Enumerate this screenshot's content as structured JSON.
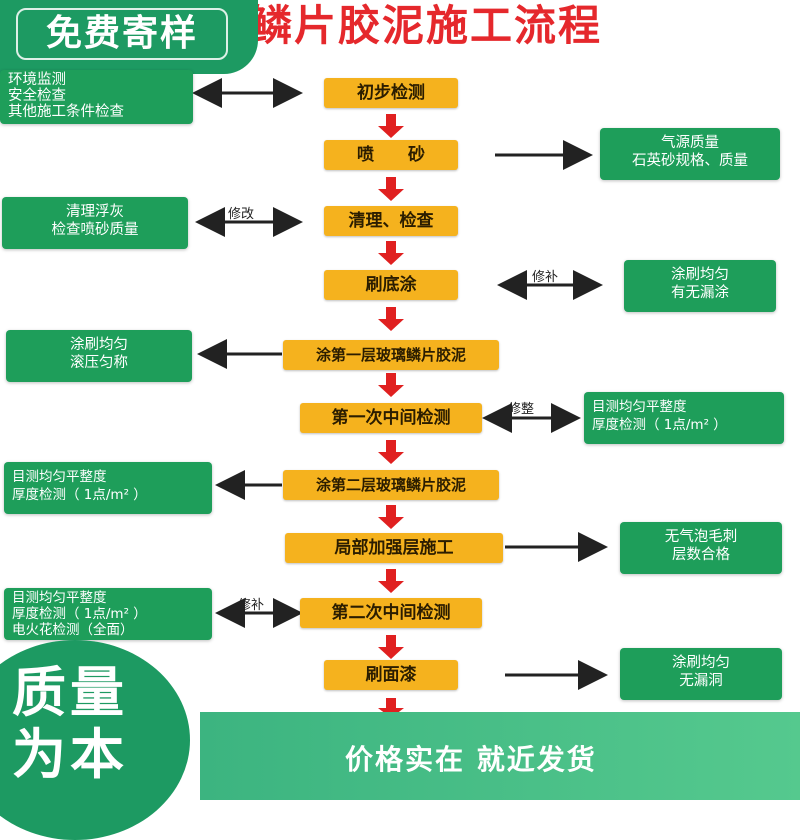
{
  "header": {
    "title": "鳞片胶泥施工流程",
    "badge": "免费寄样"
  },
  "steps": [
    "初步检测",
    "喷　　砂",
    "清理、检查",
    "刷底涂",
    "涂第一层玻璃鳞片胶泥",
    "第一次中间检测",
    "涂第二层玻璃鳞片胶泥",
    "局部加强层施工",
    "第二次中间检测",
    "刷面漆"
  ],
  "notes": {
    "initial_checks": [
      "环境监测",
      "安全检查",
      "其他施工条件检查"
    ],
    "sandblast": [
      "气源质量",
      "石英砂规格、质量"
    ],
    "clean": [
      "清理浮灰",
      "检查喷砂质量"
    ],
    "primer": [
      "涂刷均匀",
      "有无漏涂"
    ],
    "first_coat": [
      "涂刷均匀",
      "滚压匀称"
    ],
    "first_check": [
      "目测均匀平整度",
      "厚度检测（ 1点/m² ）"
    ],
    "second_coat": [
      "目测均匀平整度",
      "厚度检测（ 1点/m² ）"
    ],
    "reinforce": [
      "无气泡毛刺",
      "层数合格"
    ],
    "second_check": [
      "目测均匀平整度",
      "厚度检测（ 1点/m² ）",
      "电火花检测（全面）"
    ],
    "topcoat": [
      "涂刷均匀",
      "无漏洞"
    ]
  },
  "arrow_labels": {
    "clean": "修改",
    "primer": "修补",
    "first_check": "修整",
    "second_check": "修补"
  },
  "footer": {
    "badge": "质量为本",
    "slogan": "价格实在  就近发货"
  },
  "colors": {
    "step": "#f5b21e",
    "note": "#1e9e5a",
    "arrow_down": "#e02020",
    "title": "#e5282c",
    "badge": "#1d9a62"
  }
}
